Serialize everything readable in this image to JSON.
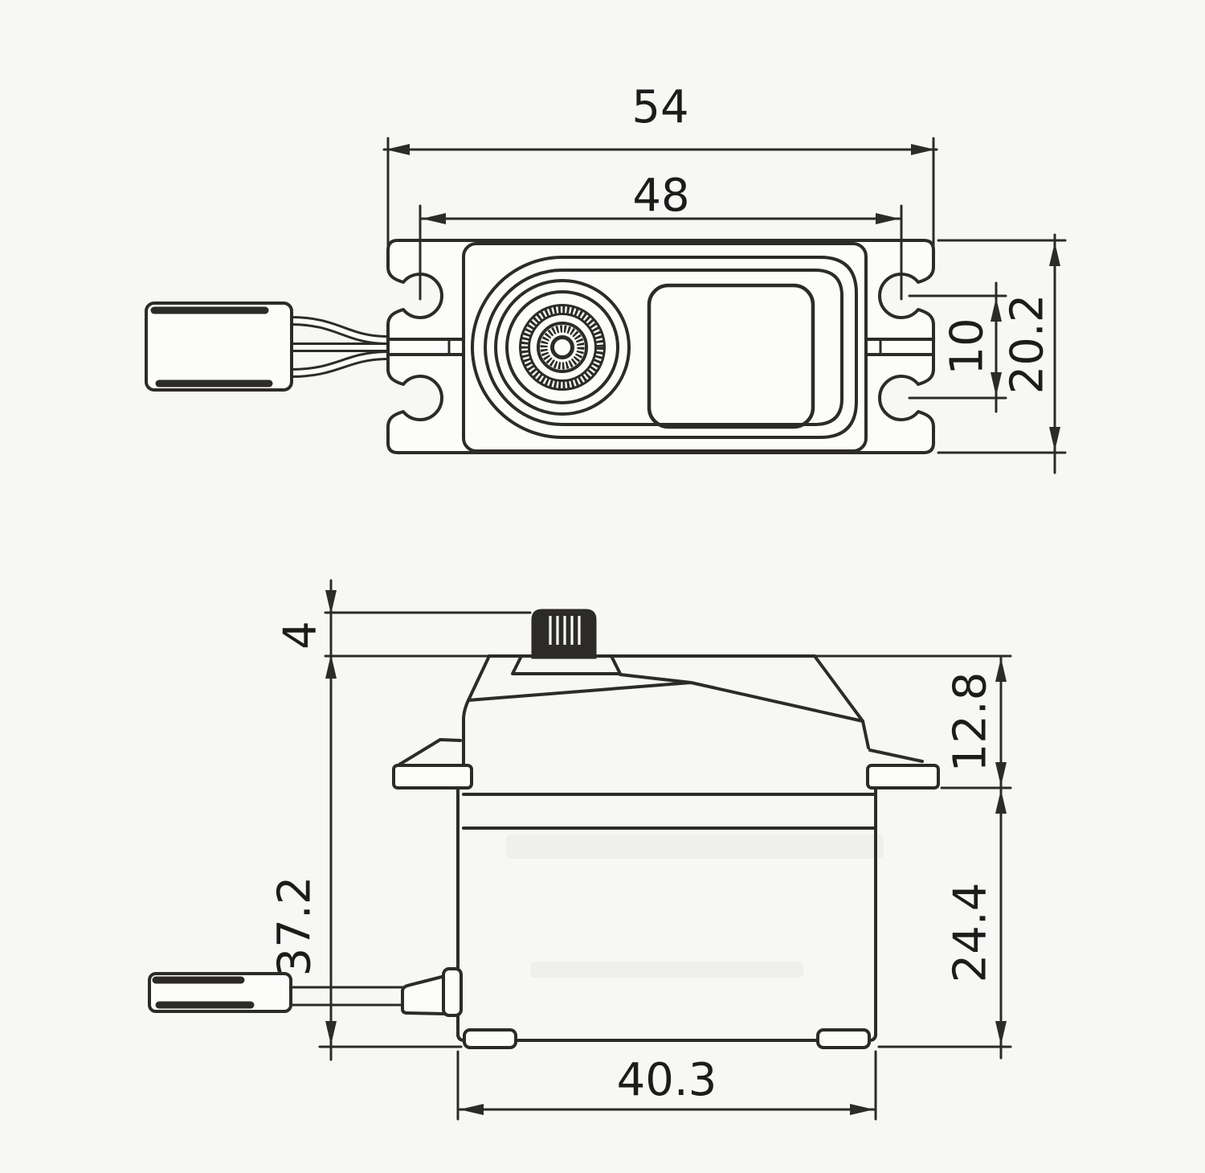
{
  "drawing": {
    "title": "servo-dimension-drawing",
    "units": "mm",
    "line_color": "#2d2b28",
    "background_color": "#f7f7f5",
    "top_view": {
      "overall_width": "54",
      "mount_hole_spacing": "48",
      "hole_pitch": "10",
      "flange_width": "20.2"
    },
    "side_view": {
      "shaft_height": "4",
      "body_height": "37.2",
      "top_to_flange_height": "12.8",
      "flange_to_bottom_height": "24.4",
      "base_width": "40.3"
    }
  }
}
